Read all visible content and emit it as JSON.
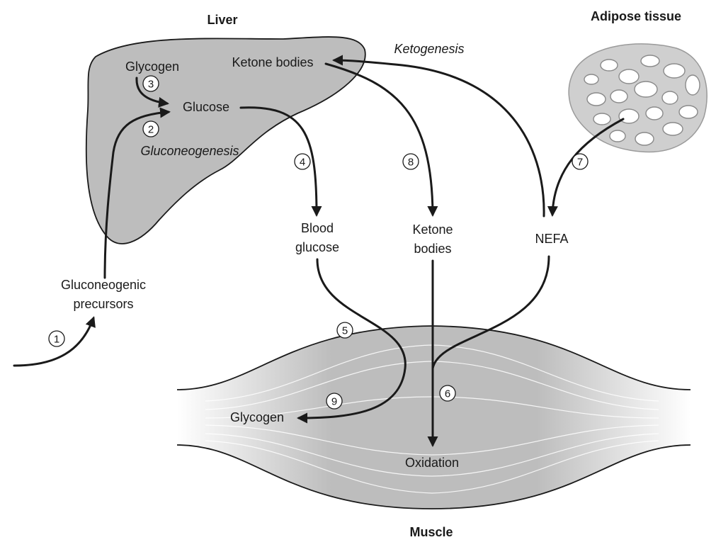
{
  "colors": {
    "organ_fill": "#bdbdbd",
    "outline": "#1a1a1a",
    "fat_cell": "#ffffff"
  },
  "labels": {
    "liver": "Liver",
    "adipose": "Adipose tissue",
    "muscle": "Muscle",
    "glycogen_liver": "Glycogen",
    "ketone_liver": "Ketone bodies",
    "glucose_liver": "Glucose",
    "gluconeogenesis": "Gluconeogenesis",
    "ketogenesis": "Ketogenesis",
    "blood_glucose_1": "Blood",
    "blood_glucose_2": "glucose",
    "ketone_blood_1": "Ketone",
    "ketone_blood_2": "bodies",
    "nefa": "NEFA",
    "precursors_1": "Gluconeogenic",
    "precursors_2": "precursors",
    "glycogen_muscle": "Glycogen",
    "oxidation": "Oxidation"
  },
  "steps": [
    "1",
    "2",
    "3",
    "4",
    "5",
    "6",
    "7",
    "8",
    "9"
  ]
}
